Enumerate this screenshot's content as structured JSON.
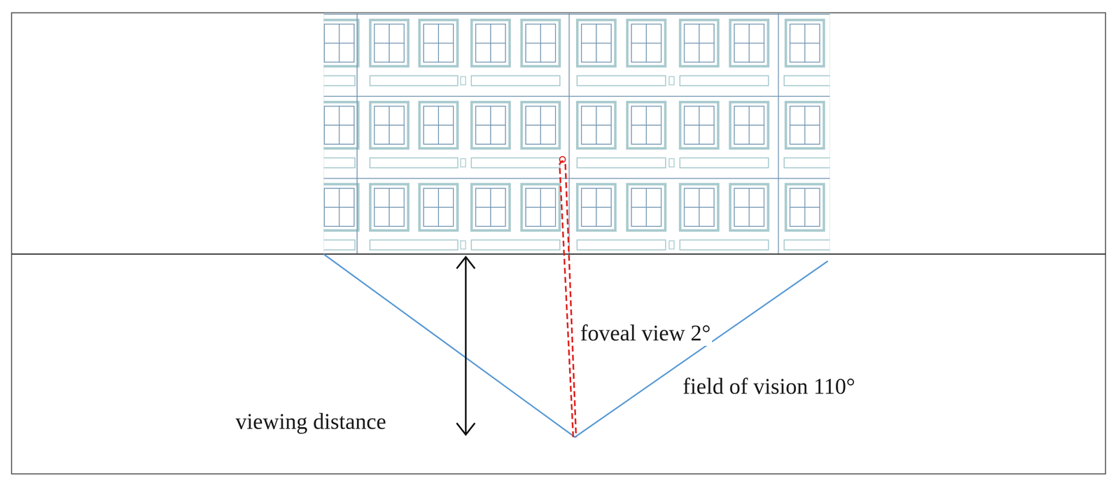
{
  "diagram": {
    "labels": [
      "foveal view 2°",
      "field of vision 110°",
      "viewing distance"
    ]
  }
}
